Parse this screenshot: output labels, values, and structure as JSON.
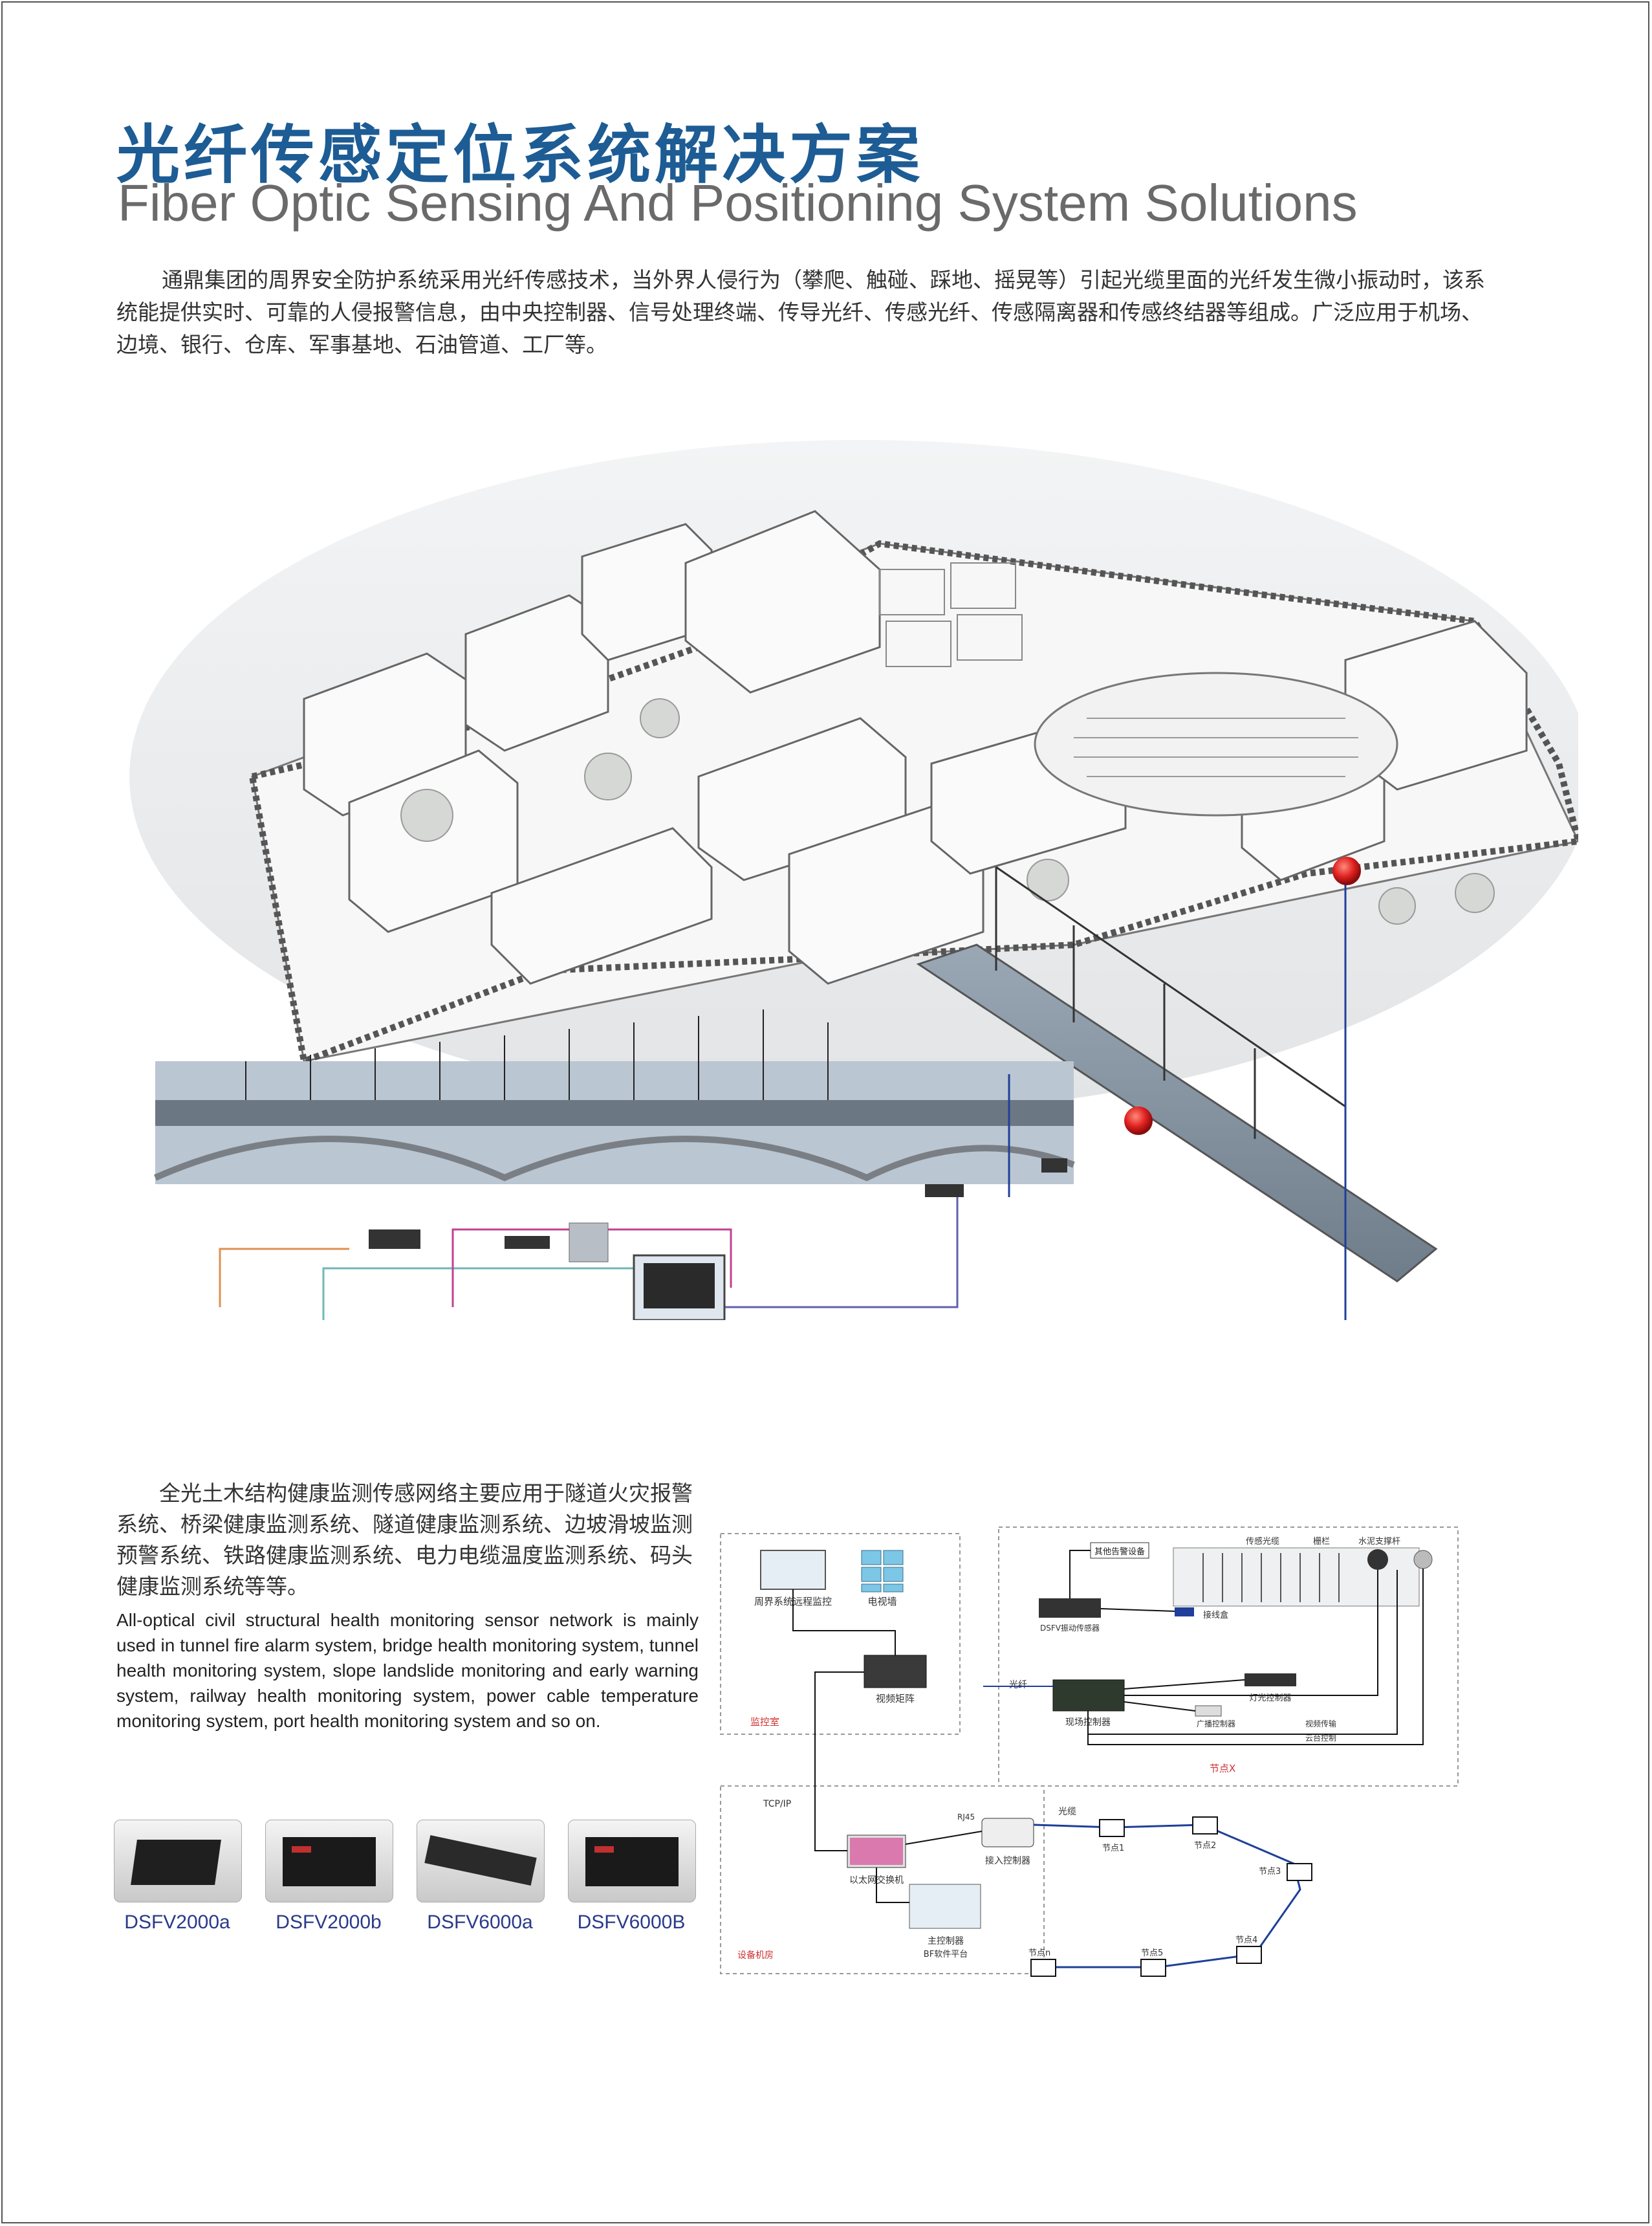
{
  "header": {
    "title_cn": "光纤传感定位系统解决方案",
    "title_en": "Fiber Optic Sensing And Positioning System Solutions"
  },
  "intro": "通鼎集团的周界安全防护系统采用光纤传感技术，当外界人侵行为（攀爬、触碰、踩地、摇晃等）引起光缆里面的光纤发生微小振动时，该系统能提供实时、可靠的人侵报警信息，由中央控制器、信号处理终端、传导光纤、传感光纤、传感隔离器和传感终结器等组成。广泛应用于机场、边境、银行、仓库、军事基地、石油管道、工厂等。",
  "monitoring": {
    "text_cn": "全光土木结构健康监测传感网络主要应用于隧道火灾报警系统、桥梁健康监测系统、隧道健康监测系统、边坡滑坡监测预警系统、铁路健康监测系统、电力电缆温度监测系统、码头健康监测系统等等。",
    "text_en": "All-optical civil structural health monitoring sensor network is mainly used in tunnel fire alarm system, bridge health monitoring system, tunnel health monitoring system, slope landslide monitoring and early warning system, railway health monitoring system, power cable temperature monitoring system, port health monitoring system and so on."
  },
  "products": [
    {
      "label": "DSFV2000a"
    },
    {
      "label": "DSFV2000b"
    },
    {
      "label": "DSFV6000a"
    },
    {
      "label": "DSFV6000B"
    }
  ],
  "diagram": {
    "monitor_room": "监控室",
    "equipment_room": "设备机房",
    "remote_monitor": "周界系统远程监控",
    "tv_wall": "电视墙",
    "video_matrix": "视频矩阵",
    "tcpip": "TCP/IP",
    "switch": "以太网交换机",
    "rj45": "RJ45",
    "access_controller": "接入控制器",
    "main_controller": "主控制器",
    "software_platform": "BF软件平台",
    "fiber_cable": "光缆",
    "fiber": "光纤",
    "other_alarm": "其他告警设备",
    "sensor_processor": "DSFV振动传感器",
    "junction_box": "接线盒",
    "site_controller": "现场控制器",
    "light_controller": "灯光控制器",
    "broadcast_controller": "广播控制器",
    "video_transmission": "视频传输",
    "ptz_control": "云台控制",
    "sensing_cable": "传感光缆",
    "fence": "栅栏",
    "camera": "水泥支撑杆",
    "node_x": "节点X",
    "nodes": [
      "节点1",
      "节点2",
      "节点3",
      "节点4",
      "节点5",
      "节点n"
    ]
  },
  "colors": {
    "title_blue": "#1d5c94",
    "product_label": "#2a3a8a",
    "alarm_red": "#e02020",
    "line_blue": "#1f3f9a",
    "room_label_red": "#d03030"
  }
}
